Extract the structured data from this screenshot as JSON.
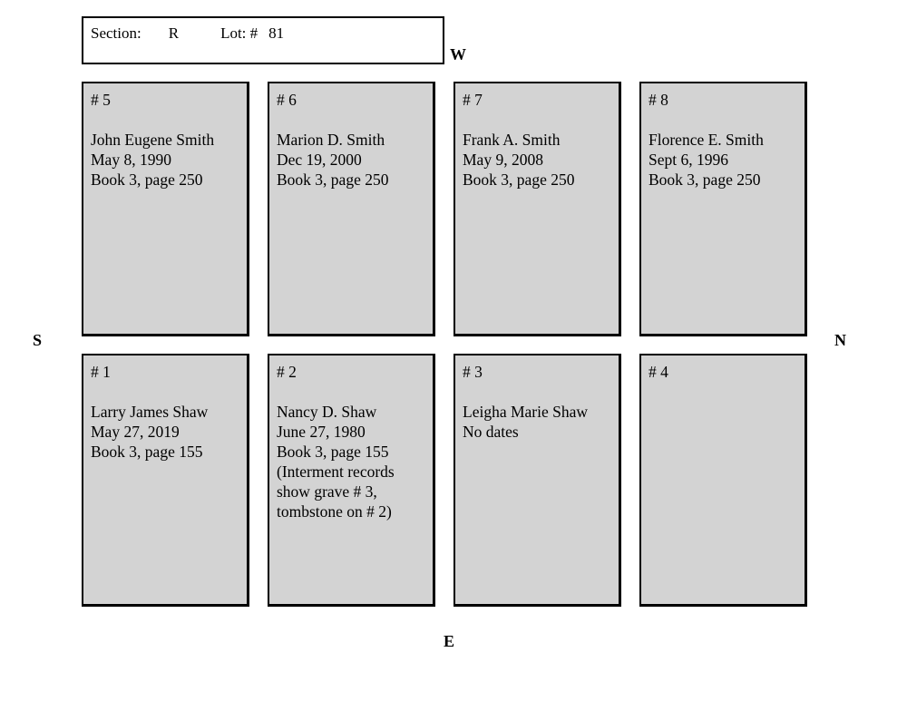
{
  "header": {
    "section_label": "Section:",
    "section_value": "R",
    "lot_label": "Lot: #",
    "lot_value": "81"
  },
  "compass": {
    "west": "W",
    "south": "S",
    "north": "N",
    "east": "E"
  },
  "colors": {
    "plot_fill": "#d3d3d3",
    "plot_border": "#000000",
    "background": "#ffffff"
  },
  "plots": [
    {
      "number": "# 5",
      "lines": [
        "John Eugene Smith",
        "May 8, 1990",
        "Book 3, page 250"
      ]
    },
    {
      "number": "# 6",
      "lines": [
        "Marion D. Smith",
        "Dec 19, 2000",
        "Book 3, page 250"
      ]
    },
    {
      "number": "# 7",
      "lines": [
        "Frank A. Smith",
        "May 9, 2008",
        "Book 3, page 250"
      ]
    },
    {
      "number": "# 8",
      "lines": [
        "Florence E. Smith",
        "Sept 6, 1996",
        "Book 3, page 250"
      ]
    },
    {
      "number": "# 1",
      "lines": [
        "Larry James Shaw",
        "May 27, 2019",
        "Book 3, page 155"
      ]
    },
    {
      "number": "# 2",
      "lines": [
        "Nancy D. Shaw",
        "June 27, 1980",
        "Book 3, page 155",
        "(Interment records",
        "show grave # 3,",
        "tombstone on # 2)"
      ]
    },
    {
      "number": "# 3",
      "lines": [
        "Leigha Marie Shaw",
        "No dates"
      ]
    },
    {
      "number": "# 4",
      "lines": []
    }
  ]
}
